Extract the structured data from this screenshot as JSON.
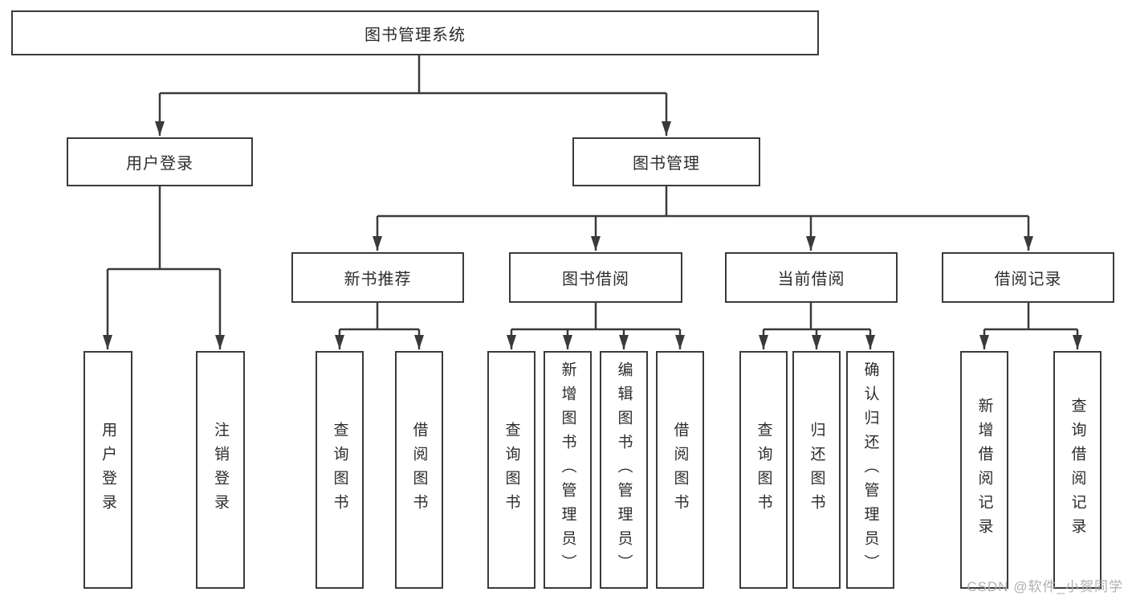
{
  "colors": {
    "line": "#3a3a3a",
    "text": "#2d2d2d",
    "watermark": "#b0b0b0",
    "background": "#ffffff"
  },
  "watermark": "CSDN @软件_小贺同学",
  "tree": {
    "root": {
      "label": "图书管理系统",
      "children": [
        {
          "label": "用户登录",
          "children": [
            {
              "label": "用户登录"
            },
            {
              "label": "注销登录"
            }
          ]
        },
        {
          "label": "图书管理",
          "children": [
            {
              "label": "新书推荐",
              "children": [
                {
                  "label": "查询图书"
                },
                {
                  "label": "借阅图书"
                }
              ]
            },
            {
              "label": "图书借阅",
              "children": [
                {
                  "label": "查询图书"
                },
                {
                  "label": "新增图书（管理员）"
                },
                {
                  "label": "编辑图书（管理员）"
                },
                {
                  "label": "借阅图书"
                }
              ]
            },
            {
              "label": "当前借阅",
              "children": [
                {
                  "label": "查询图书"
                },
                {
                  "label": "归还图书"
                },
                {
                  "label": "确认归还（管理员）"
                }
              ]
            },
            {
              "label": "借阅记录",
              "children": [
                {
                  "label": "新增借阅记录"
                },
                {
                  "label": "查询借阅记录"
                }
              ]
            }
          ]
        }
      ]
    }
  }
}
